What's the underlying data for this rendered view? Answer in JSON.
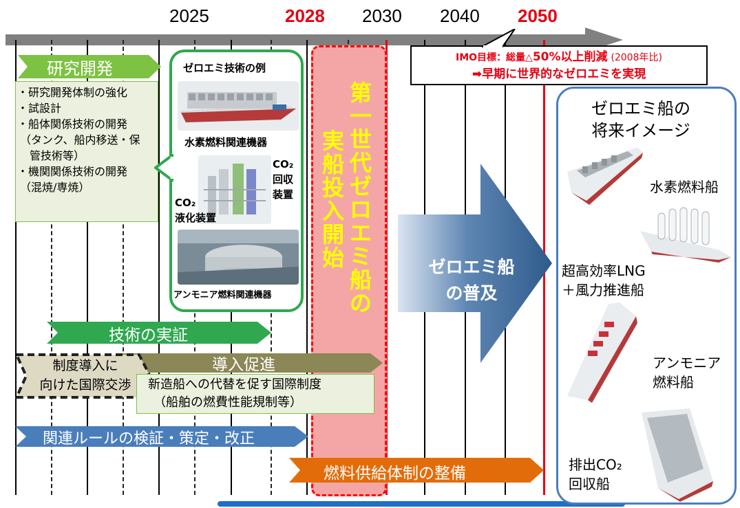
{
  "timeline": {
    "years": [
      {
        "label": "2025",
        "highlight": false
      },
      {
        "label": "2028",
        "highlight": true
      },
      {
        "label": "2030",
        "highlight": false
      },
      {
        "label": "2040",
        "highlight": false
      },
      {
        "label": "2050",
        "highlight": true
      }
    ]
  },
  "imo_target": {
    "line1_prefix": "IMO目標：総量△",
    "line1_bold": "50%以上削減",
    "line1_suffix": "(2008年比)",
    "line2": "➡早期に世界的なゼロエミを実現"
  },
  "research": {
    "title": "研究開発",
    "bullets": [
      "・研究開発体制の強化",
      "・試設計",
      "・船体関係技術の開発",
      "（タンク、船内移送・保",
      "管技術等）",
      "・機関関係技術の開発",
      "（混焼/専焼）"
    ]
  },
  "zero_emission_tech": {
    "title": "ゼロエミ技術の例",
    "hydrogen_label": "水素燃料関連機器",
    "co2_capture_label": "CO₂ 回収 装置",
    "co2_liquefaction_label": "CO₂ 液化装置",
    "ammonia_label": "アンモニア燃料関連機器"
  },
  "first_gen": {
    "line1": "第一世代ゼロエミ船の",
    "line2": "実船投入開始"
  },
  "spread_arrow": {
    "text": "ゼロエミ船の普及"
  },
  "tech_demo": {
    "label": "技術の実証"
  },
  "intl_negotiation": {
    "label": "制度導入に向けた国際交渉"
  },
  "promotion": {
    "label": "導入促進",
    "sub_line1": "新造船への代替を促す国際制度",
    "sub_line2": "（船舶の燃費性能規制等）"
  },
  "rules": {
    "label": "関連ルールの検証・策定・改正"
  },
  "fuel_supply": {
    "label": "燃料供給体制の整備"
  },
  "future_image": {
    "title": "ゼロエミ船の将来イメージ",
    "ships": [
      {
        "label": "水素燃料船"
      },
      {
        "label": "超高効率LNG ＋風力推進船"
      },
      {
        "label": "アンモニア 燃料船"
      },
      {
        "label": "排出CO₂ 回収船"
      }
    ]
  },
  "colors": {
    "timeline_arrow": "#808080",
    "research_green": "#7dc242",
    "tech_demo_green": "#2fa84f",
    "promotion_olive": "#8b8756",
    "rules_blue": "#4a7ebb",
    "fuel_orange": "#e36c0a",
    "first_gen_pink": "#f4a6a6",
    "first_gen_red": "#ff0000",
    "spread_blue": "#2e5b8c",
    "future_border": "#4a7ebb"
  }
}
